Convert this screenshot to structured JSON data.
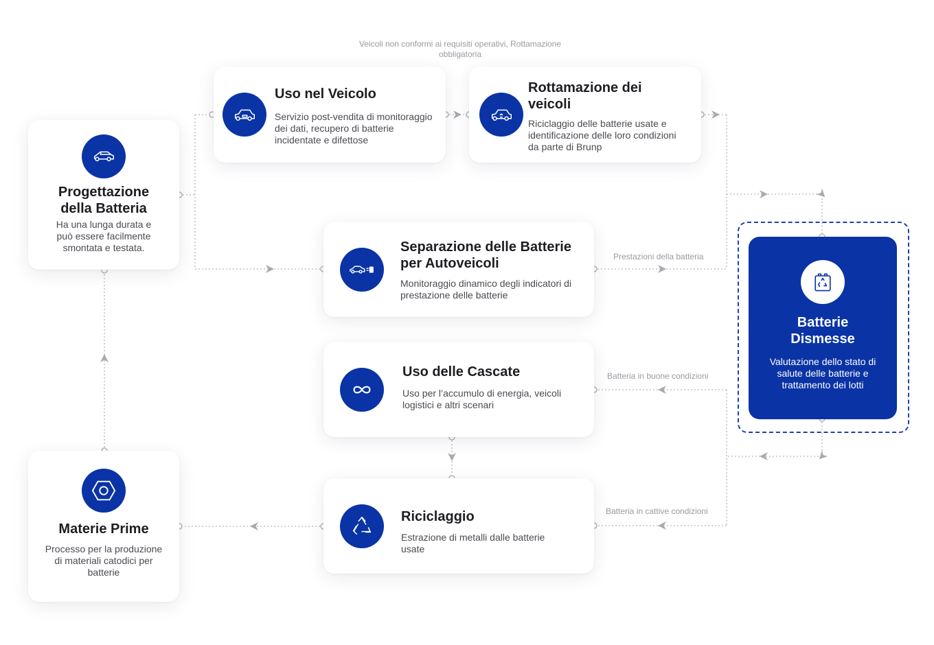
{
  "colors": {
    "brand_blue": "#0a33a6",
    "connector_gray": "#c3c3c8",
    "arrow_gray": "#a9a9af",
    "label_gray": "#9a9aa2"
  },
  "nodes": {
    "progettazione": {
      "icon": "car-icon",
      "title": "Progettazione della Batteria",
      "description": "Ha una lunga durata e può essere facilmente smontata e testata."
    },
    "uso_veicolo": {
      "icon": "suv-battery-icon",
      "title": "Uso nel Veicolo",
      "description": "Servizio post-vendita di monitoraggio dei dati, recupero di batterie incidentate e difettose"
    },
    "rottamazione": {
      "icon": "suv-recycle-icon",
      "title": "Rottamazione dei veicoli",
      "description": "Riciclaggio delle batterie usate e identificazione delle loro condizioni da parte di Brunp"
    },
    "separazione": {
      "icon": "car-battery-icon",
      "title": "Separazione delle Batterie per Autoveicoli",
      "description": "Monitoraggio dinamico degli indicatori di prestazione delle batterie"
    },
    "cascate": {
      "icon": "infinity-icon",
      "title": "Uso delle Cascate",
      "description": "Uso per l’accumulo di energia, veicoli logistici e altri scenari"
    },
    "riciclaggio": {
      "icon": "recycle-icon",
      "title": "Riciclaggio",
      "description": "Estrazione di metalli dalle batterie usate"
    },
    "materie_prime": {
      "icon": "hexagon-nut-icon",
      "title": "Materie Prime",
      "description": "Processo per la produzione di materiali catodici per batterie"
    },
    "batterie_dismesse": {
      "icon": "battery-recycle-icon",
      "title": "Batterie Dismesse",
      "description": "Valutazione dello stato di salute delle batterie e trattamento dei lotti"
    }
  },
  "edge_labels": {
    "non_conformi": "Veicoli non conformi ai requisiti operativi, Rottamazione obbligatoria",
    "prestazioni": "Prestazioni della batteria",
    "buone_condizioni": "Batteria in buone condizioni",
    "cattive_condizioni": "Batteria in cattive condizioni"
  }
}
